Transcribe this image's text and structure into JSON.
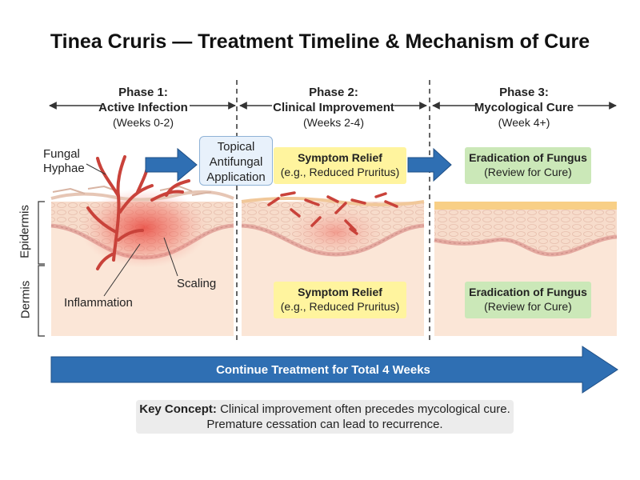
{
  "title": "Tinea Cruris — Treatment Timeline & Mechanism of Cure",
  "phases": [
    {
      "title": "Phase 1:",
      "subtitle": "Active Infection",
      "weeks": "(Weeks 0-2)"
    },
    {
      "title": "Phase 2:",
      "subtitle": "Clinical Improvement",
      "weeks": "(Weeks 2-4)"
    },
    {
      "title": "Phase 3:",
      "subtitle": "Mycological Cure",
      "weeks": "(Week 4+)"
    }
  ],
  "labels": {
    "hyphae_line1": "Fungal",
    "hyphae_line2": "Hyphae",
    "epidermis": "Epidermis",
    "dermis": "Dermis",
    "inflammation": "Inflammation",
    "scaling": "Scaling"
  },
  "topical": {
    "line1": "Topical",
    "line2": "Antifungal",
    "line3": "Application"
  },
  "symptom_relief": {
    "title": "Symptom Relief",
    "text": "(e.g., Reduced Pruritus)"
  },
  "eradication": {
    "title": "Eradication of Fungus",
    "text": "(Review for Cure)"
  },
  "total_arrow_text": "Continue Treatment for Total 4 Weeks",
  "key_concept": {
    "label": "Key Concept:",
    "line1": " Clinical improvement often precedes mycological cure.",
    "line2": "Premature cessation can lead to recurrence."
  },
  "colors": {
    "arrow_blue": "#2f6fb3",
    "arrow_blue_dark": "#1f4f86",
    "fungus_red": "#c9423a",
    "inflammation_red": "#e8453c",
    "skin_surface": "#fbe3d1",
    "skin_epidermis": "#f7dccb",
    "skin_dermis": "#fbe6d7",
    "basal_layer": "#e4a9a0",
    "healthy_surface": "#f8cf86"
  }
}
